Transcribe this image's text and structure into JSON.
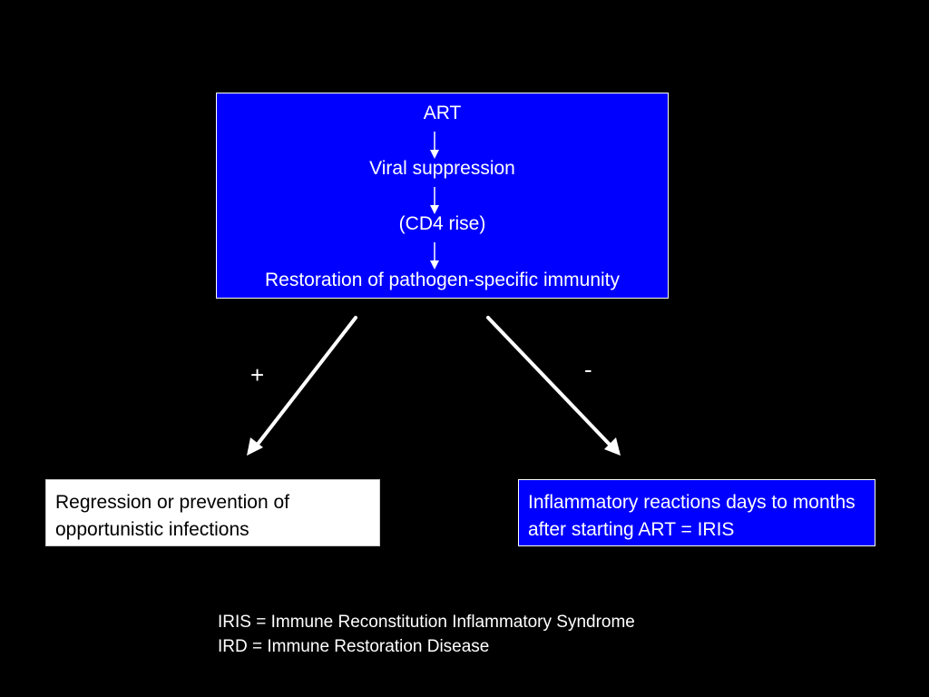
{
  "flow": {
    "step1": "ART",
    "step2": "Viral suppression",
    "step3": "(CD4 rise)",
    "step4": "Restoration of pathogen-specific immunity"
  },
  "branches": {
    "positive_sign": "+",
    "negative_sign": "-",
    "positive_outcome": "Regression or prevention of opportunistic infections",
    "negative_outcome": "Inflammatory reactions days to months after starting ART = IRIS"
  },
  "footnotes": {
    "iris": "IRIS = Immune Reconstitution Inflammatory Syndrome",
    "ird": "IRD = Immune Restoration Disease"
  },
  "colors": {
    "background": "#000000",
    "box_blue": "#0000ff",
    "box_white": "#ffffff",
    "text_light": "#ffffff",
    "text_dark": "#000000"
  }
}
